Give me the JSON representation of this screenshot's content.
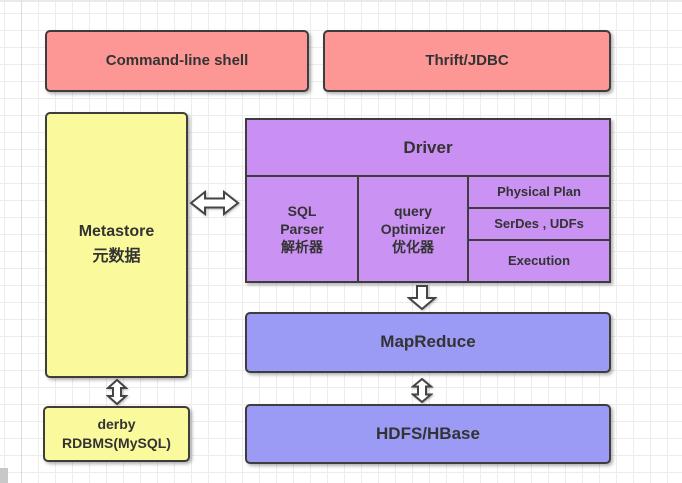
{
  "colors": {
    "pink": "#fd9795",
    "yellow": "#fafa9c",
    "purple_header": "#c98ff2",
    "purple_cell": "#ca92f3",
    "blue": "#9b9bf6",
    "border": "#3d3d3d",
    "text": "#333333",
    "grid": "#ececec"
  },
  "nodes": {
    "command_line_shell": {
      "label": "Command-line shell"
    },
    "thrift_jdbc": {
      "label": "Thrift/JDBC"
    },
    "metastore": {
      "line1": "Metastore",
      "line2": "元数据"
    },
    "driver": {
      "label": "Driver"
    },
    "sql_parser": {
      "line1": "SQL",
      "line2": "Parser",
      "line3": "解析器"
    },
    "query_optimizer": {
      "line1": "query",
      "line2": "Optimizer",
      "line3": "优化器"
    },
    "physical_plan": {
      "label": "Physical Plan"
    },
    "serdes_udfs": {
      "label": "SerDes , UDFs"
    },
    "execution": {
      "label": "Execution"
    },
    "mapreduce": {
      "label": "MapReduce"
    },
    "hdfs_hbase": {
      "label": "HDFS/HBase"
    },
    "derby": {
      "line1": "derby",
      "line2": "RDBMS(MySQL)"
    }
  },
  "icons": {
    "metastore_driver_arrow": "horizontal-double-arrow",
    "metastore_derby_arrow": "vertical-double-arrow",
    "driver_mapreduce_arrow": "down-arrow",
    "mapreduce_hdfs_arrow": "vertical-double-arrow"
  }
}
